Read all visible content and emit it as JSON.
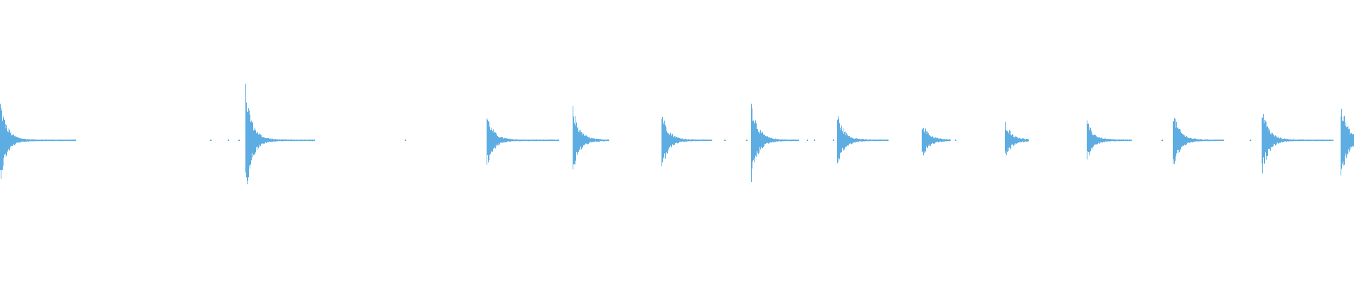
{
  "waveform": {
    "color": "#5dade2",
    "duration_fraction_events": [
      {
        "start": 0.0,
        "amplitude": 0.3,
        "tail_end": 0.056
      },
      {
        "start": 0.1815,
        "amplitude": 0.4,
        "tail_end": 0.233
      },
      {
        "start": 0.3595,
        "amplitude": 0.2,
        "tail_end": 0.413
      },
      {
        "start": 0.423,
        "amplitude": 0.24,
        "tail_end": 0.45
      },
      {
        "start": 0.4885,
        "amplitude": 0.22,
        "tail_end": 0.526
      },
      {
        "start": 0.5545,
        "amplitude": 0.3,
        "tail_end": 0.59
      },
      {
        "start": 0.618,
        "amplitude": 0.2,
        "tail_end": 0.656
      },
      {
        "start": 0.6805,
        "amplitude": 0.14,
        "tail_end": 0.702
      },
      {
        "start": 0.742,
        "amplitude": 0.14,
        "tail_end": 0.76
      },
      {
        "start": 0.8025,
        "amplitude": 0.14,
        "tail_end": 0.836
      },
      {
        "start": 0.866,
        "amplitude": 0.22,
        "tail_end": 0.904
      },
      {
        "start": 0.932,
        "amplitude": 0.26,
        "tail_end": 0.985
      },
      {
        "start": 0.99,
        "amplitude": 0.3,
        "tail_end": 1.0
      }
    ],
    "specks": [
      0.155,
      0.168,
      0.176,
      0.299,
      0.395,
      0.402,
      0.535,
      0.551,
      0.596,
      0.601,
      0.615,
      0.705,
      0.858,
      0.923,
      0.978
    ]
  }
}
